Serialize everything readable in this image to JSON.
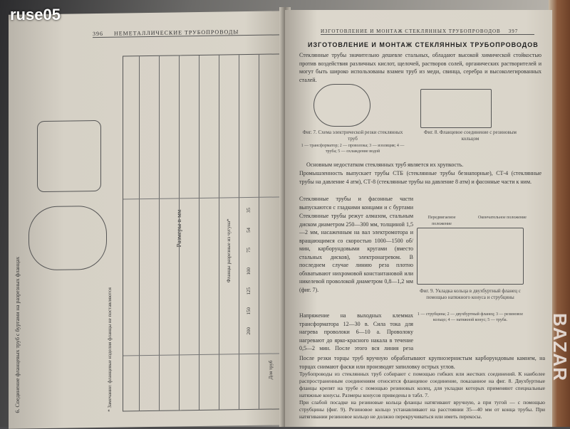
{
  "watermark_top": "ruse05",
  "watermark_bottom": "BAZAR",
  "left_page": {
    "page_number": "396",
    "running_head": "НЕМЕТАЛЛИЧЕСКИЕ ТРУБОПРОВОДЫ",
    "figure_caption": "6. Соединение фланцевых труб с буртами на разрезных фланцах",
    "table_units": "Размеры в мм",
    "table_note": "* Замечание: фланцевые изделия фланцы не поставляются",
    "table_header_1": "Для труб",
    "table_header_2": "Фланцы разрезные из чугуна*",
    "column_values": [
      "35",
      "54",
      "75",
      "100",
      "125",
      "150",
      "200"
    ]
  },
  "right_page": {
    "page_number": "397",
    "running_head": "ИЗГОТОВЛЕНИЕ И МОНТАЖ СТЕКЛЯННЫХ ТРУБОПРОВОДОВ",
    "section_title": "ИЗГОТОВЛЕНИЕ И МОНТАЖ СТЕКЛЯННЫХ ТРУБОПРОВОДОВ",
    "intro": "Стеклянные трубы значительно дешевле стальных, обладают высокой химической стойкостью против воздействия различных кислот, щелочей, растворов солей, органических растворителей и могут быть широко использованы взамен труб из меди, свинца, серебра и высоколегированных сталей.",
    "fig7_caption": "Фиг. 7. Схема электрической резки стеклянных труб",
    "fig7_legend": "1 — трансформатор; 2 — проволока; 3 — изоляция; 4 — труба; 5 — охлаждение водой",
    "fig8_caption": "Фиг. 8. Фланцевое соединение с резиновым кольцом",
    "p1": "Основным недостатком стеклянных труб является их хрупкость.",
    "p2": "Промышленность выпускает трубы СТБ (стеклянные трубы безнапорные), СТ-4 (стеклянные трубы на давление 4 атм), СТ-8 (стеклянные трубы на давление 8 атм) и фасонные части к ним.",
    "p3": "Стеклянные трубы и фасонные части выпускаются с гладкими концами и с буртами на них.",
    "p4": "Стеклянные трубы режут алмазом, стальным диском диаметром 250—300 мм, толщиной 1,5—2 мм, насаженным на вал электромотора и вращающимся со скоростью 1000—1500 об/мин, карборундовыми кругами (вместо стальных дисков), электронагревом. В последнем случае линию реза плотно обхватывают нихромовой константановой или никелевой проволокой диаметром 0,8—1,2 мм (фиг. 7).",
    "p5": "Напряжение на выходных клеммах трансформатора 12—30 в. Сила тока для нагрева проволоки 6—10 а. Проволоку нагревают до ярко-красного накала в течение 0,5—2 мин. После этого вся линия реза быстро охлаждается водой и труба разделяется на части.",
    "fig9_label_1": "Передвигаемое положение",
    "fig9_label_2": "Окончательное положение",
    "fig9_caption": "Фиг. 9. Укладка кольца в двухбуртный фланец с помощью натяжного конуса и струбцины",
    "fig9_legend": "1 — струбцина; 2 — двухбуртный фланец; 3 — резиновое кольцо; 4 — натяжной конус; 5 — труба.",
    "p6": "После резки торцы труб вручную обрабатывают крупнозернистым карборундовым камнем, на торцах снимают фаски или производят запиловку острых углов.",
    "p7": "Трубопроводы из стеклянных труб собирают с помощью гибких или жестких соединений. К наиболее распространенным соединениям относится фланцевое соединение, показанное на фиг. 8. Двухбуртные фланцы крепят на трубе с помощью резиновых колец, для укладки которых применяют специальные натяжные конусы. Размеры конусов приведены в табл. 7.",
    "p8": "При слабой посадке на резиновые кольца фланцы натягивают вручную, а при тугой — с помощью струбцины (фиг. 9). Резиновое кольцо устанавливают на расстоянии 35—40 мм от конца трубы. При натягивании резиновое кольцо не должно перекручиваться или иметь перекосы."
  }
}
